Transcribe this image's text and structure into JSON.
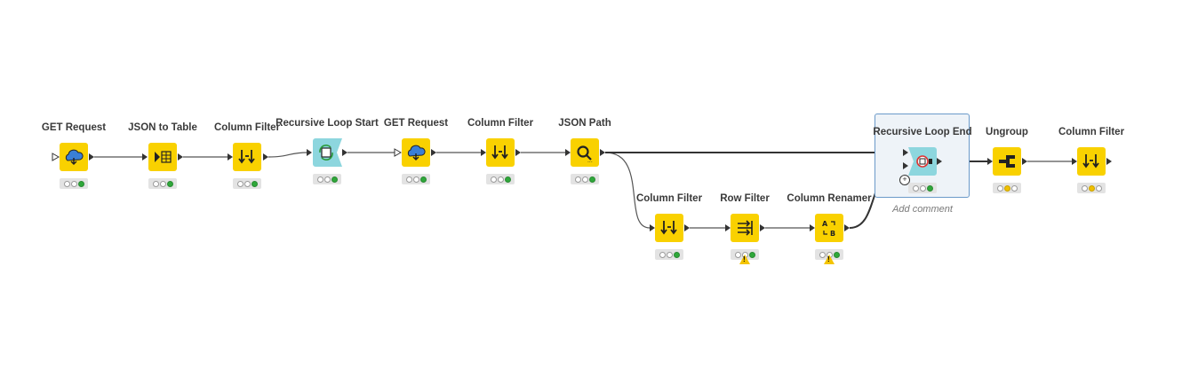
{
  "nodes": {
    "get_request_1": {
      "label": "GET Request",
      "status": [
        "off",
        "off",
        "green"
      ],
      "icon": "cloud-download-icon"
    },
    "json_to_table": {
      "label": "JSON to Table",
      "status": [
        "off",
        "off",
        "green"
      ],
      "icon": "json-to-table-icon"
    },
    "column_filter_1": {
      "label": "Column Filter",
      "status": [
        "off",
        "off",
        "green"
      ],
      "icon": "column-filter-icon"
    },
    "recursive_loop_start": {
      "label": "Recursive Loop Start",
      "status": [
        "off",
        "off",
        "green"
      ],
      "icon": "loop-start-icon"
    },
    "get_request_2": {
      "label": "GET Request",
      "status": [
        "off",
        "off",
        "green"
      ],
      "icon": "cloud-download-icon"
    },
    "column_filter_2": {
      "label": "Column Filter",
      "status": [
        "off",
        "off",
        "green"
      ],
      "icon": "column-filter-icon"
    },
    "json_path": {
      "label": "JSON Path",
      "status": [
        "off",
        "off",
        "green"
      ],
      "icon": "json-path-icon"
    },
    "column_filter_3": {
      "label": "Column Filter",
      "status": [
        "off",
        "off",
        "green"
      ],
      "icon": "column-filter-icon"
    },
    "row_filter": {
      "label": "Row Filter",
      "status": [
        "off",
        "off",
        "green"
      ],
      "icon": "row-filter-icon",
      "warning": true
    },
    "column_renamer": {
      "label": "Column Renamer",
      "status": [
        "off",
        "off",
        "green"
      ],
      "icon": "column-renamer-icon",
      "warning": true
    },
    "recursive_loop_end": {
      "label": "Recursive Loop End",
      "status": [
        "off",
        "off",
        "green"
      ],
      "icon": "loop-end-icon"
    },
    "ungroup": {
      "label": "Ungroup",
      "status": [
        "off",
        "yellow",
        "off"
      ],
      "icon": "ungroup-icon"
    },
    "column_filter_4": {
      "label": "Column Filter",
      "status": [
        "off",
        "yellow",
        "off"
      ],
      "icon": "column-filter-icon"
    }
  },
  "selected_comment": "Add comment",
  "colors": {
    "node_yellow": "#f9d100",
    "node_teal": "#8dd6de",
    "status_green": "#2fa83a",
    "status_yellow": "#f0c000",
    "selection_border": "#6b9ac9"
  }
}
